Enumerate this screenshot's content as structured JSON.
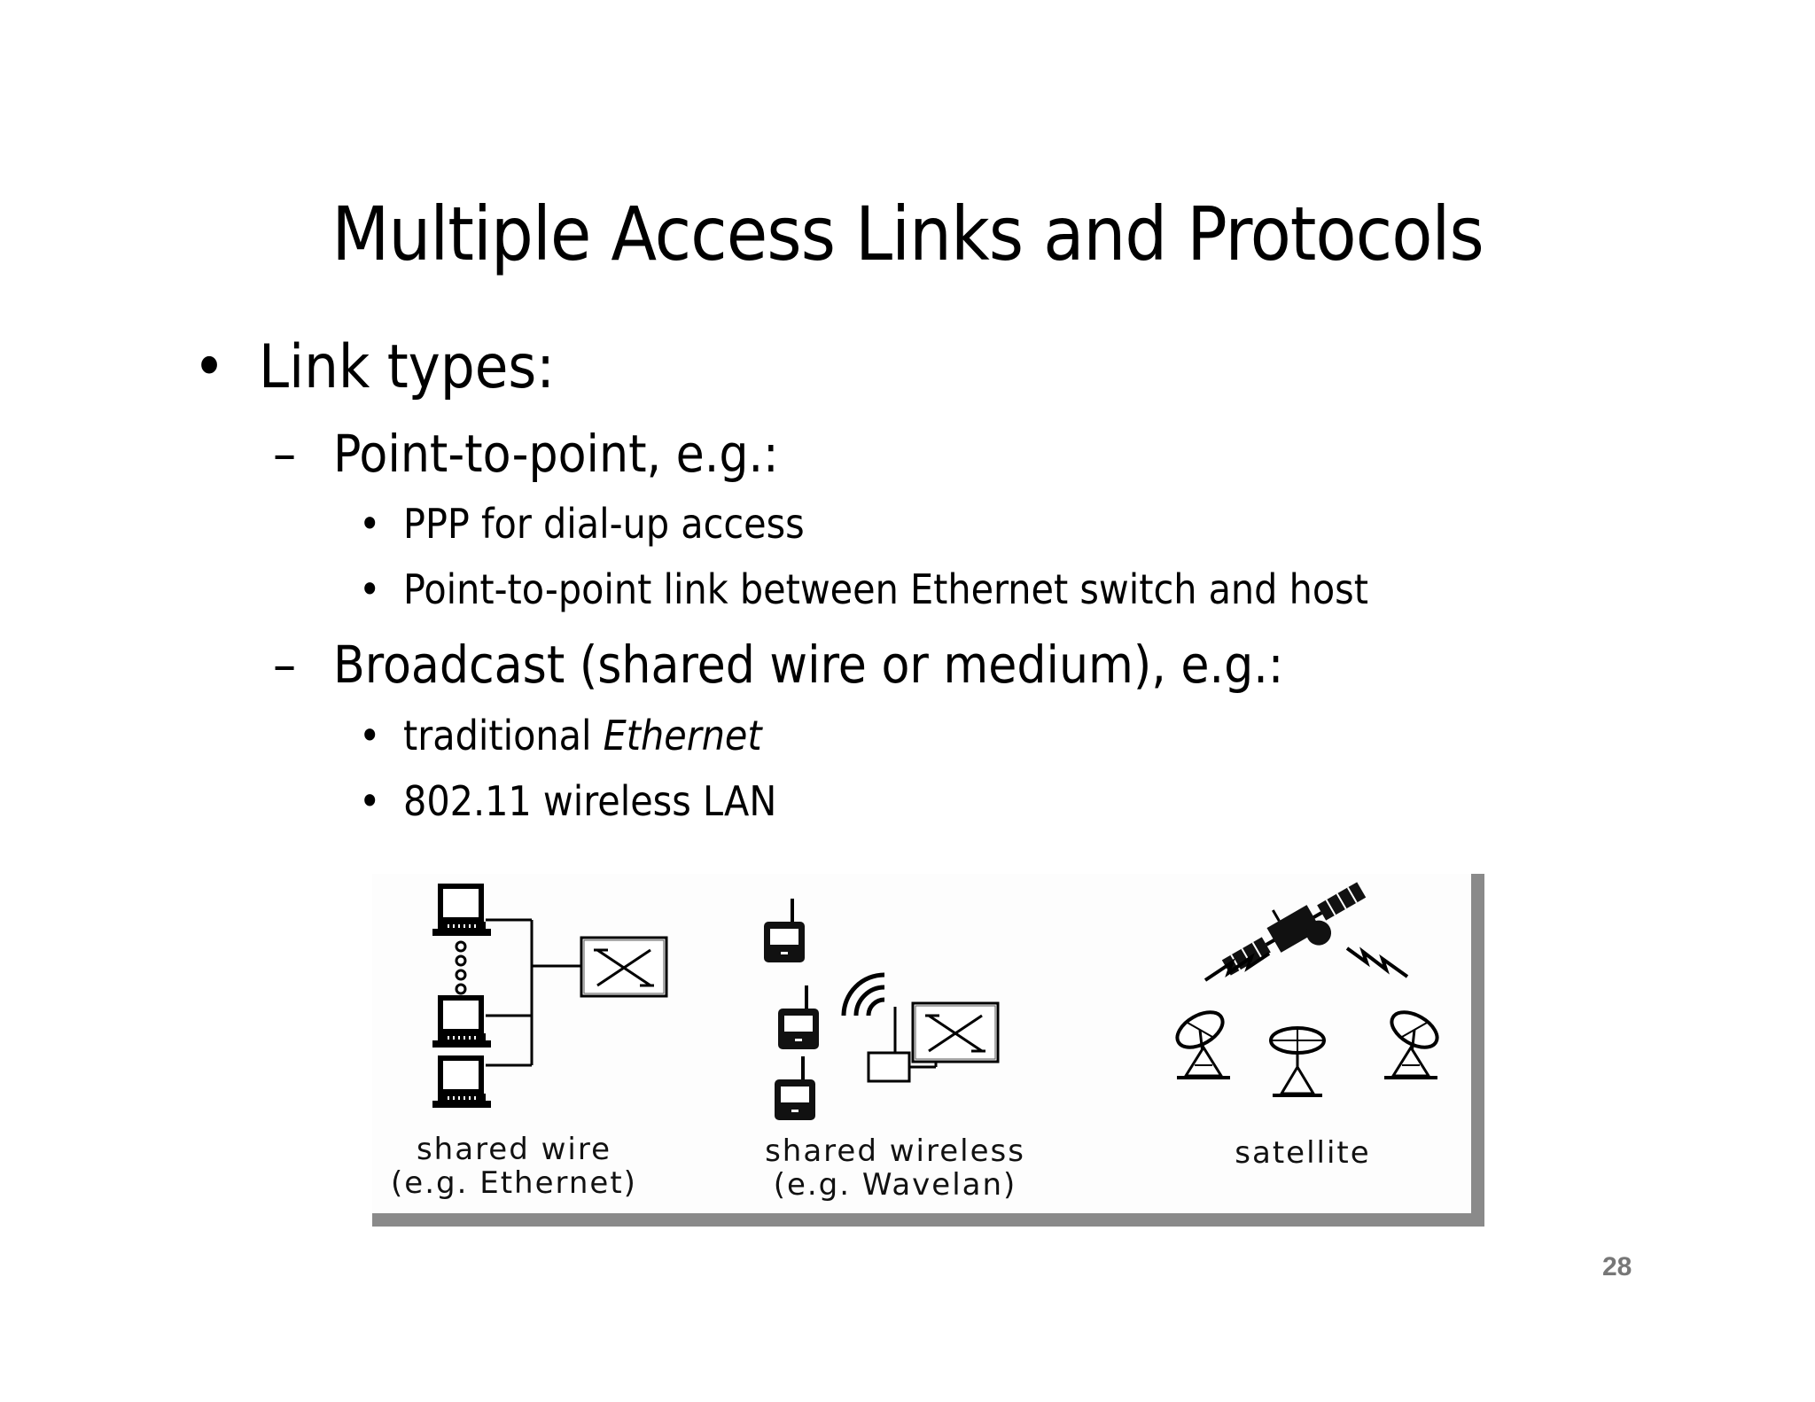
{
  "title": "Multiple Access Links and Protocols",
  "bullets": {
    "level1_mark": "•",
    "level2_mark": "–",
    "level3_mark": "•",
    "link_types": "Link types:",
    "p2p": {
      "heading": "Point-to-point",
      "suffix": ", e.g.:"
    },
    "p2p_items": [
      "PPP for dial-up access",
      "Point-to-point link between Ethernet switch and host"
    ],
    "broadcast": {
      "heading": "Broadcast (shared wire or medium)",
      "suffix": ", e.g.:"
    },
    "broadcast_items": {
      "traditional_prefix": "traditional ",
      "traditional_em": "Ethernet",
      "wireless": "802.11 wireless LAN"
    }
  },
  "figure": {
    "labels": {
      "wire": "shared wire\n(e.g. Ethernet)",
      "wireless": "shared wireless\n(e.g. Wavelan)",
      "satellite": "satellite"
    },
    "icons": [
      "computer-icon",
      "switch-icon",
      "wireless-terminal-icon",
      "satellite-icon",
      "satellite-dish-icon"
    ]
  },
  "page_number": "28"
}
